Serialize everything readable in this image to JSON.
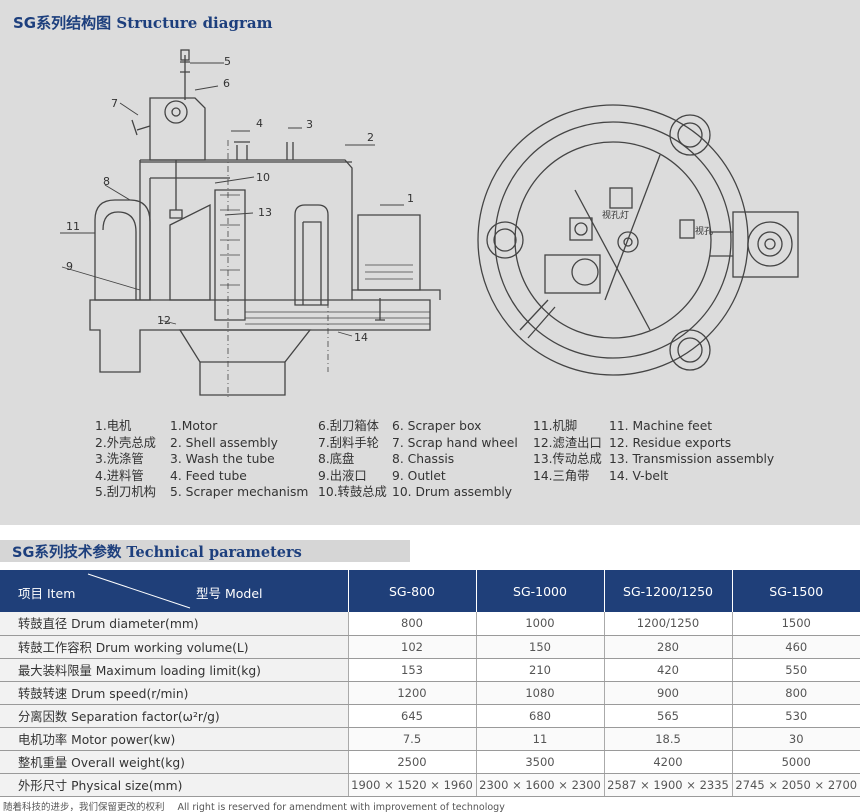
{
  "section1": {
    "title_cn": "SG系列结构图",
    "title_en": "Structure diagram"
  },
  "callouts": [
    "1",
    "2",
    "3",
    "4",
    "5",
    "6",
    "7",
    "8",
    "9",
    "10",
    "11",
    "12",
    "13",
    "14"
  ],
  "top_view_labels": {
    "sight_lamp": "视孔灯",
    "sight_hole": "视孔"
  },
  "legend": {
    "col1_cn": [
      "1.电机",
      "2.外壳总成",
      "3.洗涤管",
      "4.进料管",
      "5.刮刀机构"
    ],
    "col1_en": [
      "1.Motor",
      "2. Shell assembly",
      "3. Wash the tube",
      "4. Feed tube",
      "5. Scraper mechanism"
    ],
    "col2_cn": [
      "6.刮刀箱体",
      "7.刮料手轮",
      "8.底盘",
      "9.出液口",
      "10.转鼓总成"
    ],
    "col2_en": [
      "6. Scraper box",
      "7. Scrap hand wheel",
      "8. Chassis",
      "9. Outlet",
      "10. Drum assembly"
    ],
    "col3_cn": [
      "11.机脚",
      "12.滤渣出口",
      "13.传动总成",
      "14.三角带"
    ],
    "col3_en": [
      "11. Machine feet",
      "12. Residue exports",
      "13. Transmission assembly",
      "14. V-belt"
    ]
  },
  "section2": {
    "title_cn": "SG系列技术参数",
    "title_en": "Technical parameters"
  },
  "table": {
    "head_item": "项目 Item",
    "head_model": "型号 Model",
    "models": [
      "SG-800",
      "SG-1000",
      "SG-1200/1250",
      "SG-1500"
    ],
    "rows": [
      {
        "label": "转鼓直径 Drum diameter(mm)",
        "values": [
          "800",
          "1000",
          "1200/1250",
          "1500"
        ]
      },
      {
        "label": "转鼓工作容积 Drum working volume(L)",
        "values": [
          "102",
          "150",
          "280",
          "460"
        ]
      },
      {
        "label": "最大装料限量 Maximum loading limit(kg)",
        "values": [
          "153",
          "210",
          "420",
          "550"
        ]
      },
      {
        "label": "转鼓转速 Drum speed(r/min)",
        "values": [
          "1200",
          "1080",
          "900",
          "800"
        ]
      },
      {
        "label": "分离因数 Separation factor(ω²r/g)",
        "values": [
          "645",
          "680",
          "565",
          "530"
        ]
      },
      {
        "label": "电机功率 Motor power(kw)",
        "values": [
          "7.5",
          "11",
          "18.5",
          "30"
        ]
      },
      {
        "label": "整机重量 Overall weight(kg)",
        "values": [
          "2500",
          "3500",
          "4200",
          "5000"
        ]
      },
      {
        "label": "外形尺寸 Physical size(mm)",
        "values": [
          "1900 × 1520 × 1960",
          "2300 × 1600 × 2300",
          "2587 × 1900 × 2335",
          "2745 × 2050 × 2700"
        ]
      }
    ]
  },
  "footer": {
    "cn": "随着科技的进步，我们保留更改的权利",
    "en": "All right is reserved for amendment with improvement of technology"
  },
  "colors": {
    "header_bg": "#1f3f79",
    "title_blue": "#1d3f7d",
    "top_bg": "#dcdcdc"
  }
}
